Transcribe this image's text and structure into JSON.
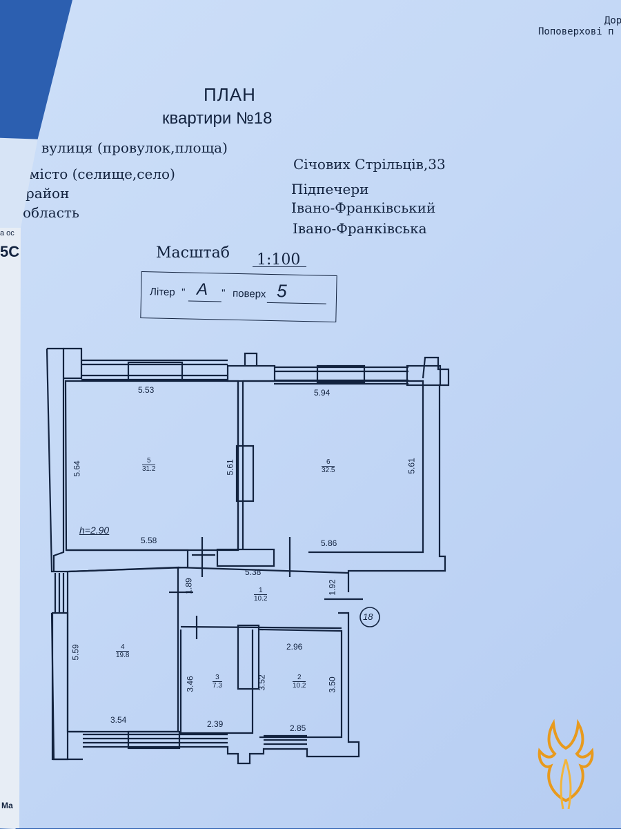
{
  "header": {
    "corner_line1": "Дор",
    "corner_line2": "Поповерхові п"
  },
  "plan": {
    "title": "ПЛАН",
    "subtitle": "квартири №18"
  },
  "address": {
    "street_label": "вулиця (провулок,площа)",
    "street_value": "Січових Стрільців,33",
    "city_label": "місто (селище,село)",
    "city_value": "Підпечери",
    "district_label": "район",
    "district_value": "Івано-Франківський",
    "region_label": "область",
    "region_value": "Івано-Франківська"
  },
  "scale": {
    "label": "Масштаб",
    "value": "1:100"
  },
  "liter": {
    "label": "Літер",
    "open_quote": "\"",
    "value": "А",
    "close_quote": "\"",
    "floor_label": "поверх",
    "floor_value": "5"
  },
  "floor_plan": {
    "ceiling_height": "h=2.90",
    "apartment_number": "18",
    "dimensions": {
      "room5_top": "5.53",
      "room6_top": "5.94",
      "room5_left": "5.64",
      "partition_5_6": "5.61",
      "room6_right": "5.61",
      "room5_bottom": "5.58",
      "room6_bottom": "5.86",
      "hall_width": "5.38",
      "hall_left": "1.89",
      "hall_right": "1.92",
      "room4_left": "5.59",
      "room4_bottom": "3.54",
      "room3_left": "3.46",
      "room3_right": "3.52",
      "room3_bottom": "2.39",
      "room2_top": "2.96",
      "room2_right": "3.50",
      "room2_bottom": "2.85"
    },
    "rooms": [
      {
        "number": "5",
        "area": "31.2"
      },
      {
        "number": "6",
        "area": "32.5"
      },
      {
        "number": "1",
        "area": "10.2"
      },
      {
        "number": "4",
        "area": "19.8"
      },
      {
        "number": "3",
        "area": "7.3"
      },
      {
        "number": "2",
        "area": "10.2"
      }
    ]
  },
  "side_strip": {
    "text1": "а ос",
    "text2": "5С",
    "text3": "Ма"
  },
  "colors": {
    "ink": "#13233f",
    "paper": "#c4d8f6",
    "background": "#2c5fb0",
    "logo_gold": "#e89a1d"
  },
  "icons": [
    "ukraine-trident-watermark-icon",
    "phoenix-logo-icon"
  ]
}
